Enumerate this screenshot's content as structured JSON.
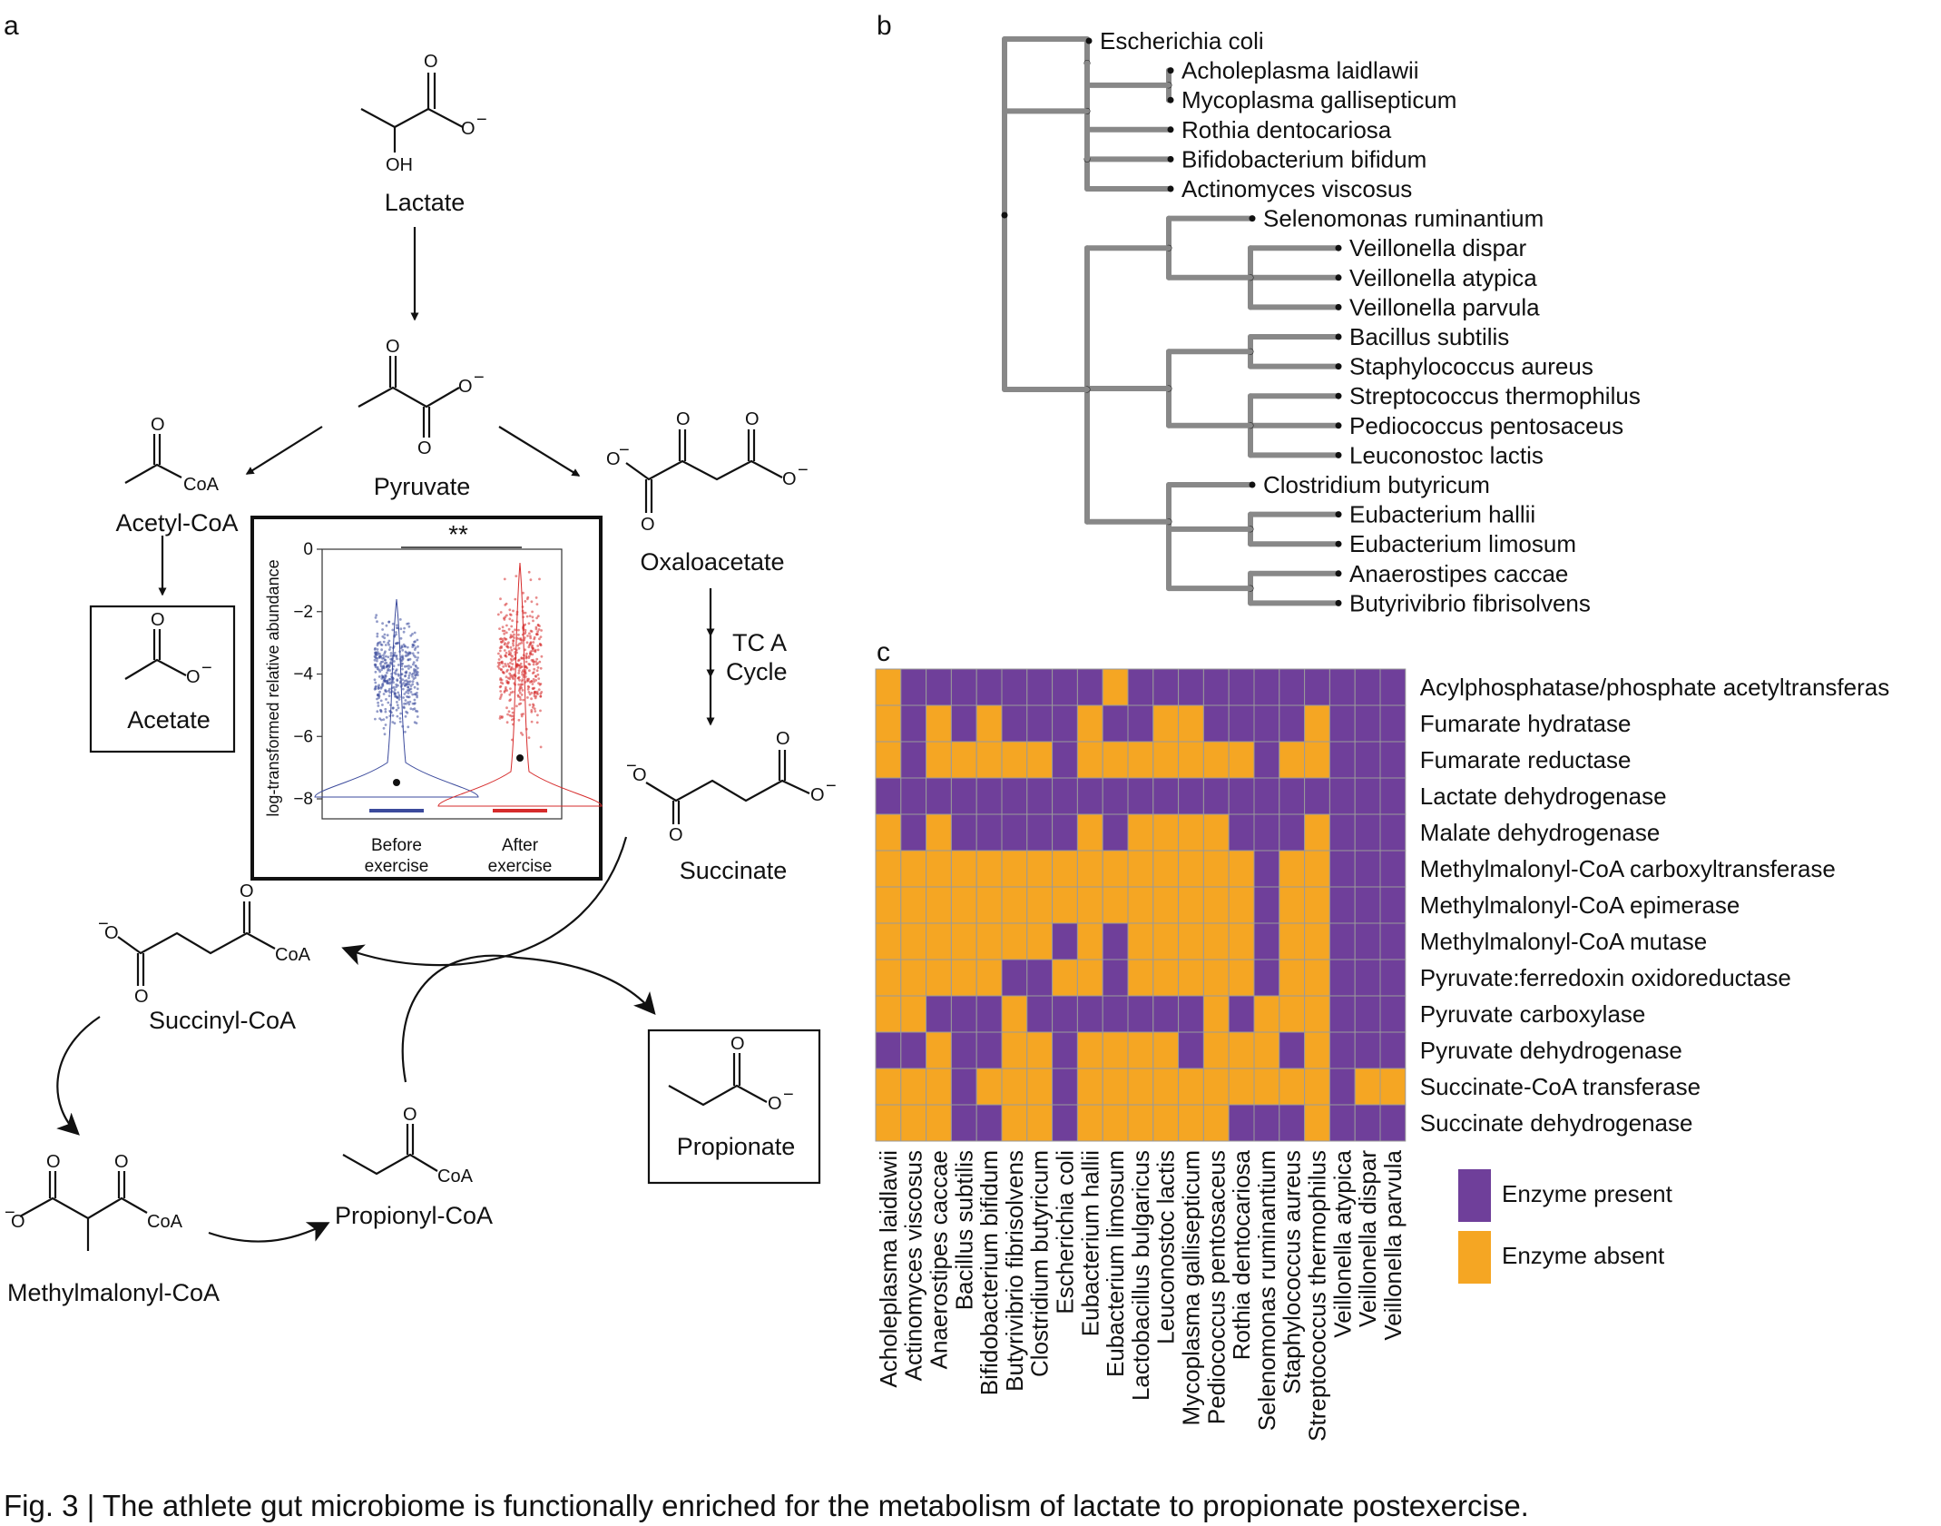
{
  "panels": {
    "a": "a",
    "b": "b",
    "c": "c"
  },
  "colors": {
    "present": "#6f3f9a",
    "absent": "#f5a623",
    "tree": "#888888",
    "before": "#3b4a9c",
    "after": "#d62b2b"
  },
  "pathway": {
    "compounds": {
      "lactate": "Lactate",
      "pyruvate": "Pyruvate",
      "acetyl_coa": "Acetyl-CoA",
      "acetate": "Acetate",
      "oxaloacetate": "Oxaloacetate",
      "succinate": "Succinate",
      "succinyl_coa": "Succinyl-CoA",
      "methylmalonyl_coa": "Methylmalonyl-CoA",
      "propionyl_coa": "Propionyl-CoA",
      "propionate": "Propionate"
    },
    "tca_line1": "TC A",
    "tca_line2": "Cycle",
    "atoms": {
      "o": "O",
      "oh": "OH",
      "o_minus": "O",
      "minus": "−",
      "coa": "CoA"
    }
  },
  "inset": {
    "ylabel": "log-transformed relative abundance",
    "yticks": [
      "0",
      "−2",
      "−4",
      "−6",
      "−8"
    ],
    "groups": [
      {
        "line1": "Before",
        "line2": "exercise"
      },
      {
        "line1": "After",
        "line2": "exercise"
      }
    ],
    "significance": "**"
  },
  "tree": {
    "taxa": [
      "Escherichia coli",
      "Acholeplasma laidlawii",
      "Mycoplasma gallisepticum",
      "Rothia dentocariosa",
      "Bifidobacterium bifidum",
      "Actinomyces viscosus",
      "Selenomonas ruminantium",
      "Veillonella dispar",
      "Veillonella atypica",
      "Veillonella parvula",
      "Bacillus subtilis",
      "Staphylococcus aureus",
      "Streptococcus thermophilus",
      "Pediococcus pentosaceus",
      "Leuconostoc lactis",
      "Clostridium butyricum",
      "Eubacterium hallii",
      "Eubacterium limosum",
      "Anaerostipes caccae",
      "Butyrivibrio fibrisolvens"
    ]
  },
  "chart_data": {
    "type": "heatmap",
    "columns": [
      "Acholeplasma laidlawii",
      "Actinomyces viscosus",
      "Anaerostipes caccae",
      "Bacillus subtilis",
      "Bifidobacterium bifidum",
      "Butyrivibrio fibrisolvens",
      "Clostridium butyricum",
      "Escherichia coli",
      "Eubacterium hallii",
      "Eubacterium limosum",
      "Lactobacillus bulgaricus",
      "Leuconostoc lactis",
      "Mycoplasma gallisepticum",
      "Pediococcus pentosaceus",
      "Rothia dentocariosa",
      "Selenomonas ruminantium",
      "Staphylococcus aureus",
      "Streptococcus thermophilus",
      "Veillonella atypica",
      "Veillonella dispar",
      "Veillonella parvula"
    ],
    "rows": [
      "Acylphosphatase/phosphate acetyltransferas",
      "Fumarate hydratase",
      "Fumarate reductase",
      "Lactate dehydrogenase",
      "Malate dehydrogenase",
      "Methylmalonyl-CoA carboxyltransferase",
      "Methylmalonyl-CoA epimerase",
      "Methylmalonyl-CoA mutase",
      "Pyruvate:ferredoxin oxidoreductase",
      "Pyruvate carboxylase",
      "Pyruvate dehydrogenase",
      "Succinate-CoA transferase",
      "Succinate dehydrogenase"
    ],
    "values": [
      [
        0,
        1,
        1,
        1,
        1,
        1,
        1,
        1,
        1,
        0,
        1,
        1,
        1,
        1,
        1,
        1,
        1,
        1,
        1,
        1,
        1
      ],
      [
        0,
        1,
        0,
        1,
        0,
        1,
        1,
        1,
        0,
        1,
        1,
        0,
        0,
        1,
        1,
        1,
        1,
        0,
        1,
        1,
        1
      ],
      [
        0,
        1,
        0,
        0,
        0,
        0,
        0,
        1,
        0,
        0,
        0,
        0,
        0,
        0,
        0,
        1,
        0,
        0,
        1,
        1,
        1
      ],
      [
        1,
        1,
        1,
        1,
        1,
        1,
        1,
        1,
        1,
        1,
        1,
        1,
        1,
        1,
        1,
        1,
        1,
        1,
        1,
        1,
        1
      ],
      [
        0,
        1,
        0,
        1,
        1,
        1,
        1,
        1,
        0,
        1,
        0,
        0,
        0,
        0,
        1,
        1,
        1,
        0,
        1,
        1,
        1
      ],
      [
        0,
        0,
        0,
        0,
        0,
        0,
        0,
        0,
        0,
        0,
        0,
        0,
        0,
        0,
        0,
        1,
        0,
        0,
        1,
        1,
        1
      ],
      [
        0,
        0,
        0,
        0,
        0,
        0,
        0,
        0,
        0,
        0,
        0,
        0,
        0,
        0,
        0,
        1,
        0,
        0,
        1,
        1,
        1
      ],
      [
        0,
        0,
        0,
        0,
        0,
        0,
        0,
        1,
        0,
        1,
        0,
        0,
        0,
        0,
        0,
        1,
        0,
        0,
        1,
        1,
        1
      ],
      [
        0,
        0,
        0,
        0,
        0,
        1,
        1,
        0,
        0,
        1,
        0,
        0,
        0,
        0,
        0,
        1,
        0,
        0,
        1,
        1,
        1
      ],
      [
        0,
        0,
        1,
        1,
        1,
        0,
        1,
        1,
        1,
        1,
        1,
        1,
        1,
        0,
        1,
        0,
        0,
        0,
        1,
        1,
        1
      ],
      [
        1,
        1,
        0,
        1,
        1,
        0,
        0,
        1,
        0,
        0,
        0,
        0,
        1,
        0,
        0,
        0,
        1,
        0,
        1,
        1,
        1
      ],
      [
        0,
        0,
        0,
        1,
        0,
        0,
        0,
        1,
        0,
        0,
        0,
        0,
        0,
        0,
        0,
        0,
        0,
        0,
        1,
        0,
        0
      ],
      [
        0,
        0,
        0,
        1,
        1,
        0,
        0,
        1,
        0,
        0,
        0,
        0,
        0,
        0,
        1,
        1,
        1,
        0,
        1,
        1,
        1
      ]
    ],
    "legend": [
      {
        "key": "present",
        "label": "Enzyme present"
      },
      {
        "key": "absent",
        "label": "Enzyme absent"
      }
    ]
  },
  "caption": "Fig. 3 | The athlete gut microbiome is functionally enriched for the metabolism of lactate to propionate postexercise."
}
